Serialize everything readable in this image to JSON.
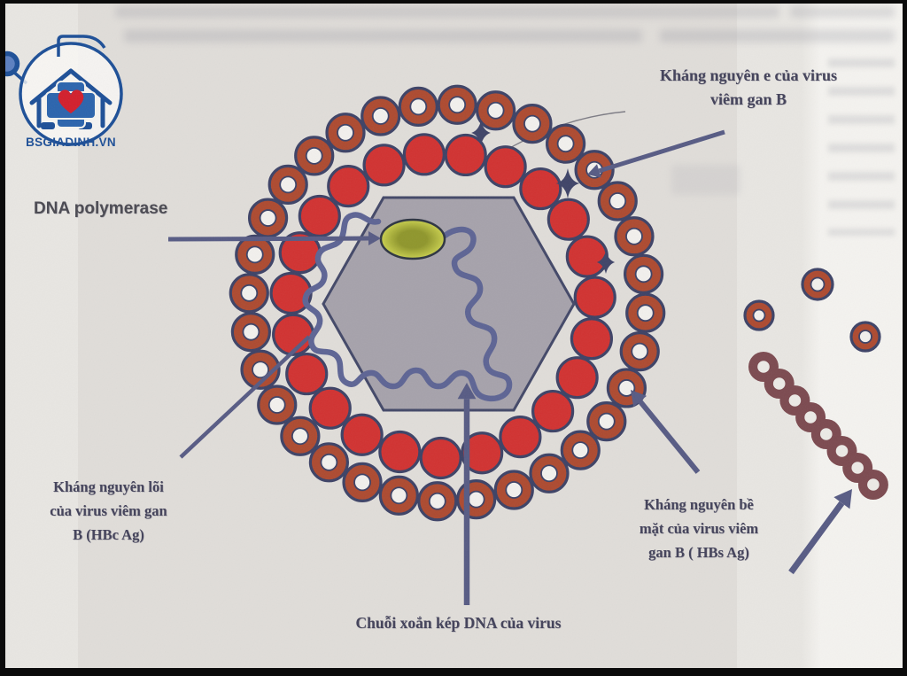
{
  "logo": {
    "text": "BSGIADINH.VN"
  },
  "labels": {
    "e_antigen": "Kháng nguyên e của virus\nviêm gan B",
    "dna_polymerase": "DNA polymerase",
    "core_antigen": "Kháng nguyên lõi\ncủa virus viêm gan\nB (HBc Ag)",
    "surface_antigen": "Kháng nguyên bề\nmặt của virus viêm\ngan B ( HBs Ag)",
    "dna_strand": "Chuỗi xoắn kép DNA của virus"
  },
  "diagram": {
    "subject": "Hepatitis B virus structure",
    "outer_ring_beads": 32,
    "inner_ring_beads": 23,
    "chain_beads": 8,
    "free_particles": 3,
    "sparkles": 3,
    "colors": {
      "navy_outline": "#3d4266",
      "envelope_brick": "#ad4a30",
      "core_red": "#d13231",
      "capsid_gray": "#a6a2ab",
      "capsid_stroke": "#434868",
      "dna_blue": "#5d6494",
      "polymerase_yellow": "#c9cf4e",
      "polymerase_center": "#8f962c",
      "arrow_slate": "#575b84",
      "chain_maroon": "#7c4a50",
      "hole_white": "#f2f0ed",
      "logo_navy": "#1d4f97",
      "logo_heart_red": "#d21f2c"
    }
  }
}
